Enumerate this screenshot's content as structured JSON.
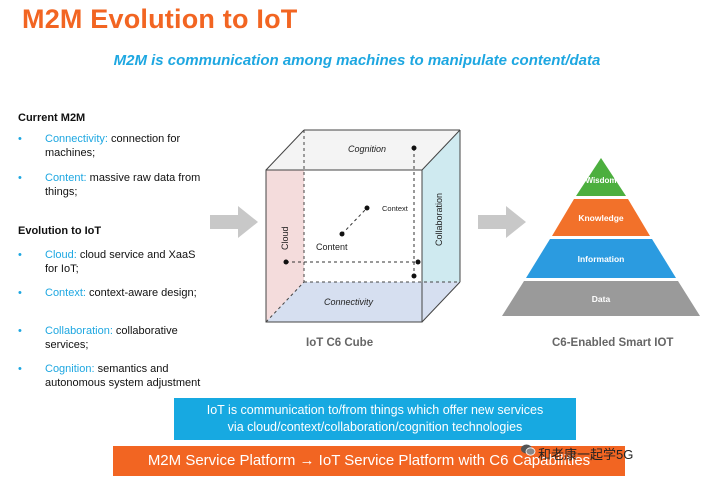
{
  "title": "M2M Evolution to IoT",
  "subtitle": "M2M is communication among machines to manipulate content/data",
  "left": {
    "current_heading": "Current M2M",
    "current_items": [
      {
        "key": "Connectivity:",
        "text": " connection for machines;"
      },
      {
        "key": "Content:",
        "text": " massive raw data from things;"
      }
    ],
    "evolution_heading": "Evolution to IoT",
    "evolution_items": [
      {
        "key": "Cloud:",
        "text": " cloud service and XaaS for IoT;"
      },
      {
        "key": "Context:",
        "text": " context-aware design;"
      },
      {
        "key": "Collaboration:",
        "text": " collaborative services;"
      },
      {
        "key": "Cognition:",
        "text": " semantics and autonomous system adjustment"
      }
    ],
    "bullet_glyph": "•"
  },
  "cube": {
    "labels": {
      "cognition": "Cognition",
      "context": "Context",
      "content": "Content",
      "cloud": "Cloud",
      "collaboration": "Collaboration",
      "connectivity": "Connectivity"
    },
    "caption": "IoT C6 Cube",
    "colors": {
      "cloud_face": "#f2d6d6",
      "collab_face": "#cfeaf0",
      "bottom_face": "#d6dff0"
    }
  },
  "pyramid": {
    "levels": [
      "Wisdom",
      "Knowledge",
      "Information",
      "Data"
    ],
    "colors": [
      "#4caf3e",
      "#f2712a",
      "#2b9be0",
      "#9a9a9a"
    ],
    "caption": "C6-Enabled Smart IOT"
  },
  "blue_box": {
    "line1": "IoT is communication to/from things which offer new services",
    "line2": "via cloud/context/collaboration/cognition technologies"
  },
  "orange_box": {
    "text": "M2M Service Platform → IoT Service Platform with C6 Capabilities"
  },
  "watermark": "和老康一起学5G",
  "colors": {
    "accent_orange": "#f26522",
    "accent_blue": "#1ea7e1"
  }
}
